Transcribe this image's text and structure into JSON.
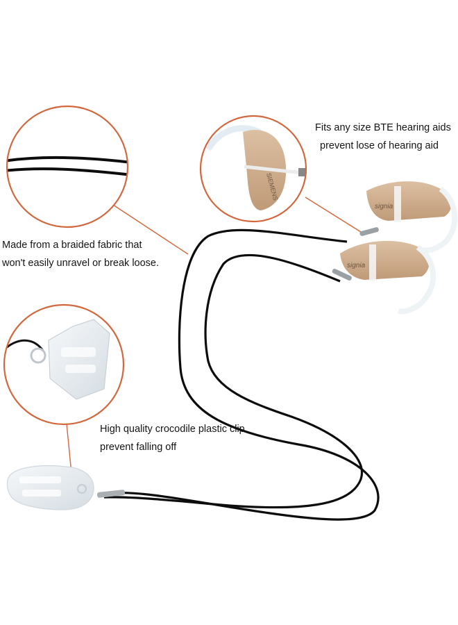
{
  "captions": {
    "bte": {
      "line1": "Fits any size BTE hearing aids",
      "line2": "prevent lose of hearing aid"
    },
    "fabric": {
      "line1": "Made from a braided fabric that",
      "line2": "won't easily unravel or break loose."
    },
    "clip": {
      "line1": "High quality crocodile  plastic clip",
      "line2": "prevent  falling off"
    }
  },
  "devices": {
    "brand_upper": "signia",
    "brand_lower": "signia",
    "brand_detail": "SIEMENS"
  },
  "colors": {
    "callout_ring": "#d2673d",
    "cord": "#0c0c0c",
    "device_body": "#cfac8b",
    "clip_plastic": "#e9eef2",
    "background": "#ffffff"
  },
  "icons": [
    "cord-detail-photo",
    "hearing-aid-photo",
    "clip-detail-photo",
    "lanyard-product-photo"
  ]
}
